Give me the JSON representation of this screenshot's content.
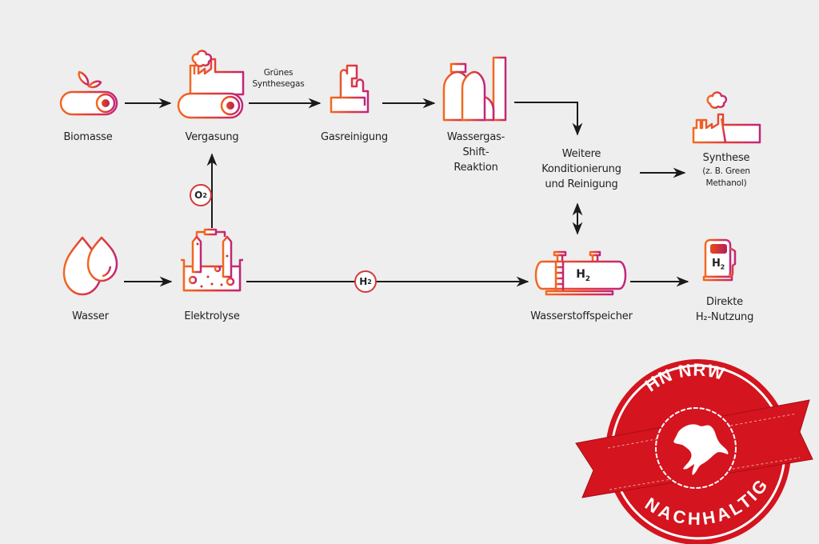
{
  "colors": {
    "background": "#eeeeee",
    "icon_orange": "#f26a21",
    "icon_magenta": "#c0267a",
    "icon_red": "#d8302f",
    "arrow": "#1a1a1a",
    "badge_red": "#d4141e",
    "text": "#222222"
  },
  "nodes": {
    "biomasse": {
      "label": "Biomasse",
      "icon": "log-sprout-icon"
    },
    "vergasung": {
      "label": "Vergasung",
      "icon": "gasification-plant-icon"
    },
    "gasreinigung": {
      "label": "Gasreinigung",
      "icon": "refinery-icon"
    },
    "wassergas": {
      "label_lines": [
        "Wassergas-",
        "Shift-",
        "Reaktion"
      ],
      "icon": "shift-reactor-icon"
    },
    "konditionierung": {
      "label_lines": [
        "Weitere",
        "Konditionierung",
        "und Reinigung"
      ]
    },
    "synthese": {
      "label": "Synthese",
      "sub_lines": [
        "(z. B. Green",
        "Methanol)"
      ],
      "icon": "factory-icon"
    },
    "wasser": {
      "label": "Wasser",
      "icon": "water-drops-icon"
    },
    "elektrolyse": {
      "label": "Elektrolyse",
      "icon": "electrolysis-icon"
    },
    "speicher": {
      "label": "Wasserstoffspeicher",
      "icon": "hydrogen-tank-icon",
      "tank_text": "H",
      "tank_sub": "2"
    },
    "nutzung": {
      "label_lines": [
        "Direkte",
        "H₂-Nutzung"
      ],
      "icon": "hydrogen-pump-icon",
      "pump_text": "H",
      "pump_sub": "2"
    }
  },
  "edges": {
    "synthesegas_label_lines": [
      "Grünes",
      "Synthesegas"
    ],
    "o2_chip": {
      "main": "O",
      "sub": "2"
    },
    "h2_chip": {
      "main": "H",
      "sub": "2"
    }
  },
  "badge": {
    "top_text": "HN NRW",
    "bottom_text": "NACHHALTIG",
    "emblem": "horse-icon"
  }
}
